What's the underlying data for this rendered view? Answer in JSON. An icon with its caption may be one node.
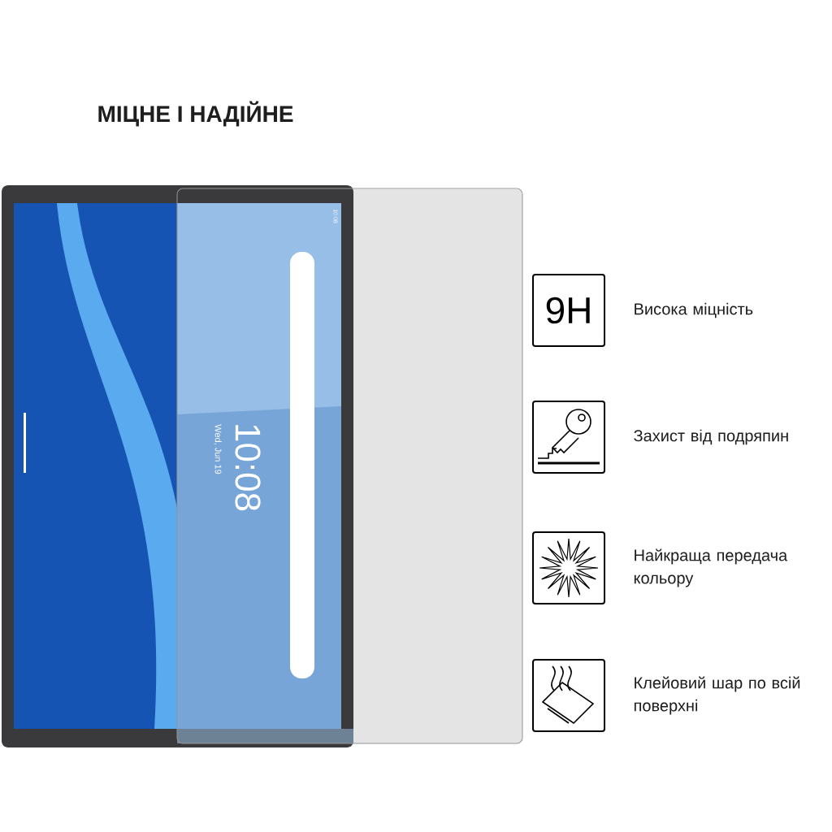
{
  "diagram": {
    "title": "МІЦНЕ І НАДІЙНЕ",
    "nodes": [
      {
        "text": [
          "9H"
        ],
        "beside": [
          "Висока міцність"
        ]
      },
      {
        "text": [],
        "shape": "picture",
        "beside": [
          "Захист від подряпин"
        ]
      },
      {
        "text": [],
        "shape": "picture",
        "beside": [
          "Найкраща передача кольору"
        ]
      },
      {
        "text": [],
        "shape": "picture",
        "beside": [
          "Клейовий шар по всій поверхні"
        ]
      }
    ],
    "labels": [
      "10:08",
      "10:08",
      "Wed, Jun 19"
    ]
  }
}
